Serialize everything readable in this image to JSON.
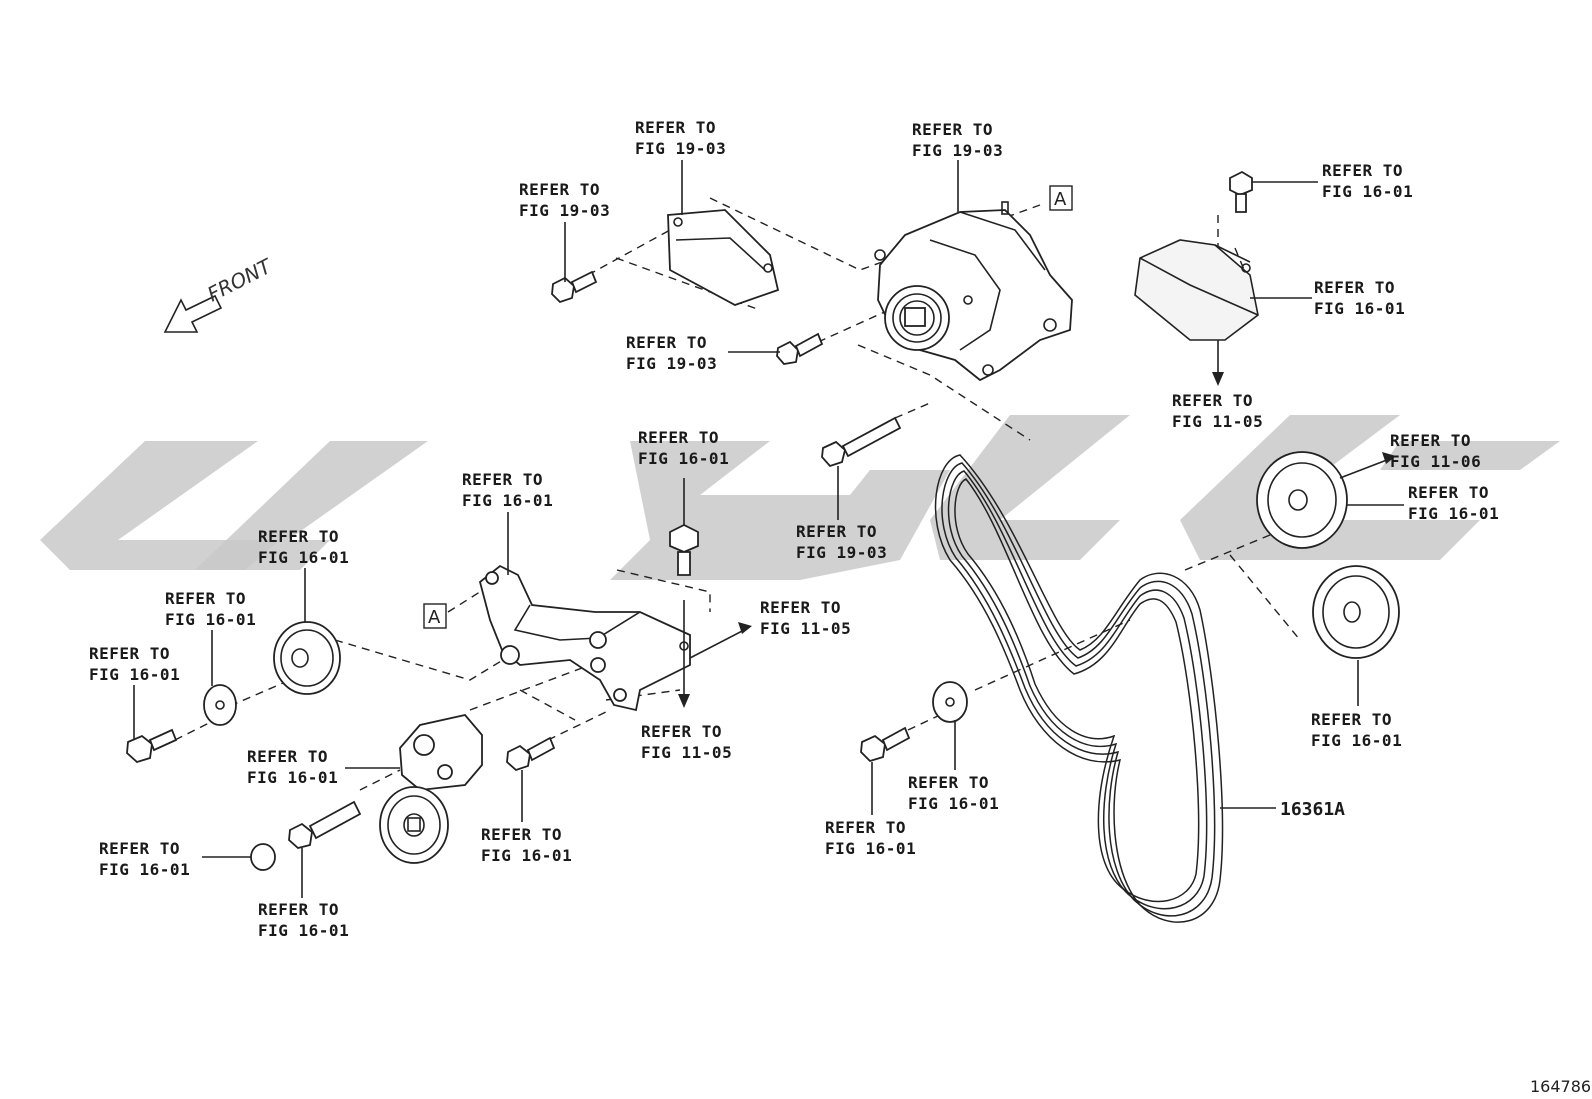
{
  "front_label": "FRONT",
  "ref_box_letter": "A",
  "belt_part_number": "16361A",
  "image_index": "164786",
  "callouts": {
    "c1": {
      "line1": "REFER TO",
      "line2": "FIG 19-03"
    },
    "c2": {
      "line1": "REFER TO",
      "line2": "FIG 19-03"
    },
    "c3": {
      "line1": "REFER TO",
      "line2": "FIG 19-03"
    },
    "c4": {
      "line1": "REFER TO",
      "line2": "FIG 19-03"
    },
    "c5": {
      "line1": "REFER TO",
      "line2": "FIG 19-03"
    },
    "c6": {
      "line1": "REFER TO",
      "line2": "FIG 16-01"
    },
    "c7": {
      "line1": "REFER TO",
      "line2": "FIG 16-01"
    },
    "c8": {
      "line1": "REFER TO",
      "line2": "FIG 11-05"
    },
    "c9": {
      "line1": "REFER TO",
      "line2": "FIG 11-06"
    },
    "c10": {
      "line1": "REFER TO",
      "line2": "FIG 16-01"
    },
    "c11": {
      "line1": "REFER TO",
      "line2": "FIG 16-01"
    },
    "c12": {
      "line1": "REFER TO",
      "line2": "FIG 16-01"
    },
    "c13": {
      "line1": "REFER TO",
      "line2": "FIG 16-01"
    },
    "c14": {
      "line1": "REFER TO",
      "line2": "FIG 16-01"
    },
    "c15": {
      "line1": "REFER TO",
      "line2": "FIG 16-01"
    },
    "c16": {
      "line1": "REFER TO",
      "line2": "FIG 11-05"
    },
    "c17": {
      "line1": "REFER TO",
      "line2": "FIG 11-05"
    },
    "c18": {
      "line1": "REFER TO",
      "line2": "FIG 16-01"
    },
    "c19": {
      "line1": "REFER TO",
      "line2": "FIG 16-01"
    },
    "c20": {
      "line1": "REFER TO",
      "line2": "FIG 16-01"
    },
    "c21": {
      "line1": "REFER TO",
      "line2": "FIG 16-01"
    },
    "c22": {
      "line1": "REFER TO",
      "line2": "FIG 16-01"
    },
    "c23": {
      "line1": "REFER TO",
      "line2": "FIG 16-01"
    },
    "c24": {
      "line1": "REFER TO",
      "line2": "FIG 16-01"
    }
  }
}
